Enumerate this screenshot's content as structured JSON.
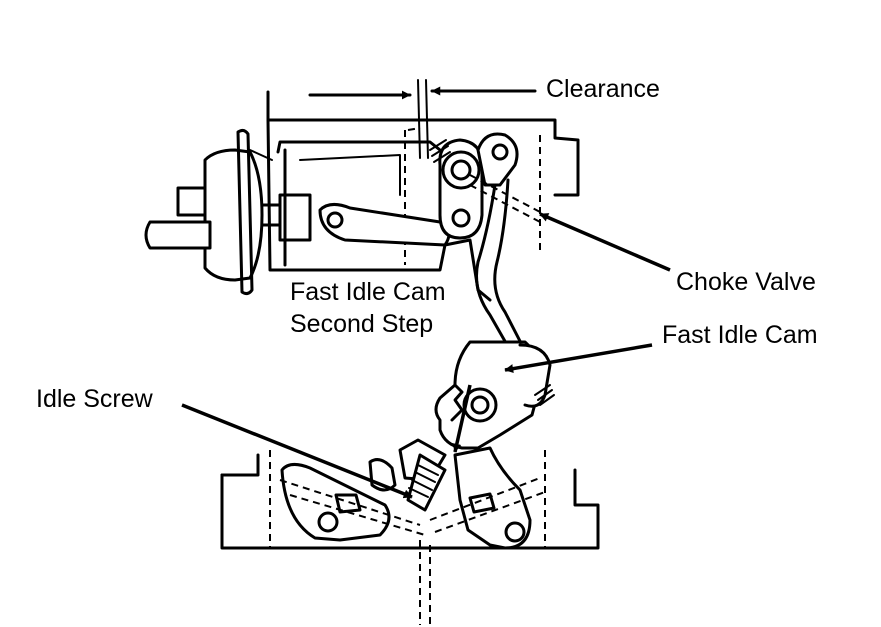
{
  "labels": {
    "clearance": "Clearance",
    "choke_valve": "Choke Valve",
    "fast_idle_cam_second_step_line1": "Fast Idle Cam",
    "fast_idle_cam_second_step_line2": "Second Step",
    "fast_idle_cam": "Fast Idle Cam",
    "idle_screw": "Idle Screw"
  }
}
